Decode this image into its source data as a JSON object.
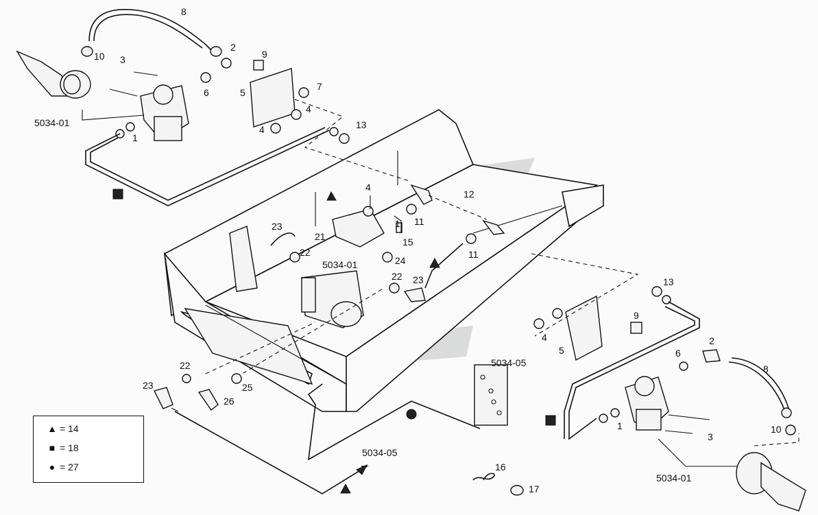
{
  "labels": {
    "p8_top": "8",
    "p10_top": "10",
    "p2_top": "2",
    "p3_top": "3",
    "p6_top": "6",
    "p9_top": "9",
    "p5_top": "5",
    "p7_top": "7",
    "p4_top_a": "4",
    "p4_top_b": "4",
    "p13_top": "13",
    "p1_top": "1",
    "ref_top": "5034-01",
    "p4_mid": "4",
    "p12": "12",
    "p11_a": "11",
    "p11_b": "11",
    "p1_mid": "1",
    "p15": "15",
    "p21": "21",
    "p23_a": "23",
    "p22_a": "22",
    "ref_mid": "5034-01",
    "p24": "24",
    "p22_b": "22",
    "p23_b": "23",
    "p13_r": "13",
    "p9_r": "9",
    "p4_r": "4",
    "p5_r": "5",
    "p2_r": "2",
    "p6_r": "6",
    "p8_r": "8",
    "p1_r": "1",
    "p3_r": "3",
    "p10_r": "10",
    "ref_r": "5034-01",
    "ref_plate": "5034-05",
    "p22_c": "22",
    "p23_c": "23",
    "p25": "25",
    "p26": "26",
    "ref_bottom": "5034-05",
    "p16": "16",
    "p17": "17"
  },
  "legend": [
    {
      "symbol": "triangle",
      "text": "= 14"
    },
    {
      "symbol": "square",
      "text": "= 18"
    },
    {
      "symbol": "circle",
      "text": "= 27"
    }
  ]
}
